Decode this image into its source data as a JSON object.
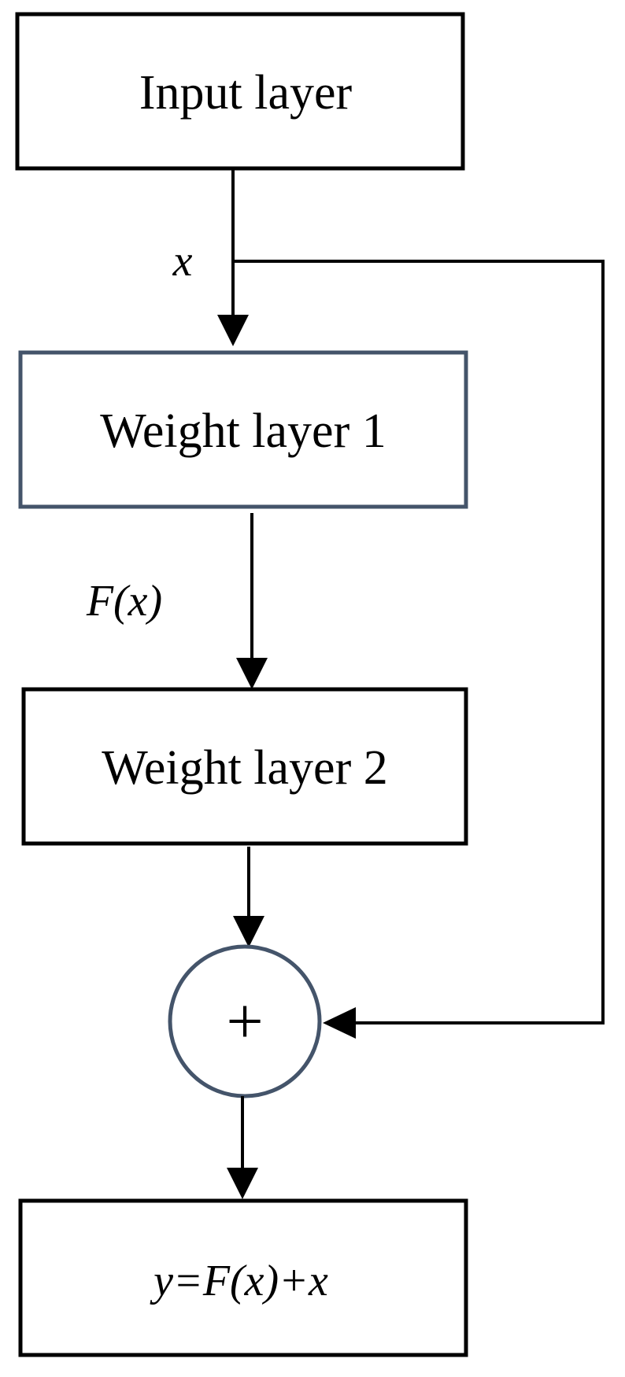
{
  "boxes": {
    "input": "Input layer",
    "weight1": "Weight layer 1",
    "weight2": "Weight layer 2",
    "output": "y=F(x)+x"
  },
  "labels": {
    "x": "x",
    "fx": "F(x)"
  },
  "sum_node": {
    "symbol": "+"
  },
  "colors": {
    "stroke": "#000000",
    "accent_stroke": "#44546a",
    "background": "#ffffff"
  }
}
